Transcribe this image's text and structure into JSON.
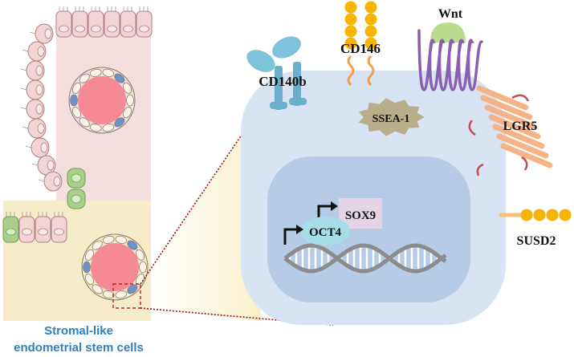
{
  "labels": {
    "cd140b": "CD140b",
    "cd146": "CD146",
    "wnt": "Wnt",
    "ssea1": "SSEA-1",
    "lgr5": "LGR5",
    "sox9": "SOX9",
    "oct4": "OCT4",
    "susd2": "SUSD2"
  },
  "caption": {
    "line1": "Stromal-like",
    "line2": "endometrial stem cells"
  },
  "colors": {
    "stroma_upper": "#f5dede",
    "stroma_lower": "#f6ecca",
    "epithelial_cell": "#f3d4d4",
    "epithelial_outline": "#b07f7f",
    "goblet_cell": "#a9cf8a",
    "vessel_lumen": "#f58a94",
    "vessel_blue": "#6c92cc",
    "cell_body": "#d8e4f3",
    "nucleus": "#b5cbe6",
    "receptor_teal": "#76bcd8",
    "bead_gold": "#f7b500",
    "wnt_receptor": "#8a5fb0",
    "wnt_cap": "#b9dc8e",
    "lgr5_bar": "#f5b487",
    "lgr5_loop": "#c05050",
    "ssea1_fill": "#b8ae8c",
    "oct4_fill": "#a6dde8",
    "sox9_fill": "#e4d4e6",
    "dna_strand": "#8c8c8c",
    "zoom_line": "#a01010",
    "caption_blue": "#2f80c0"
  }
}
